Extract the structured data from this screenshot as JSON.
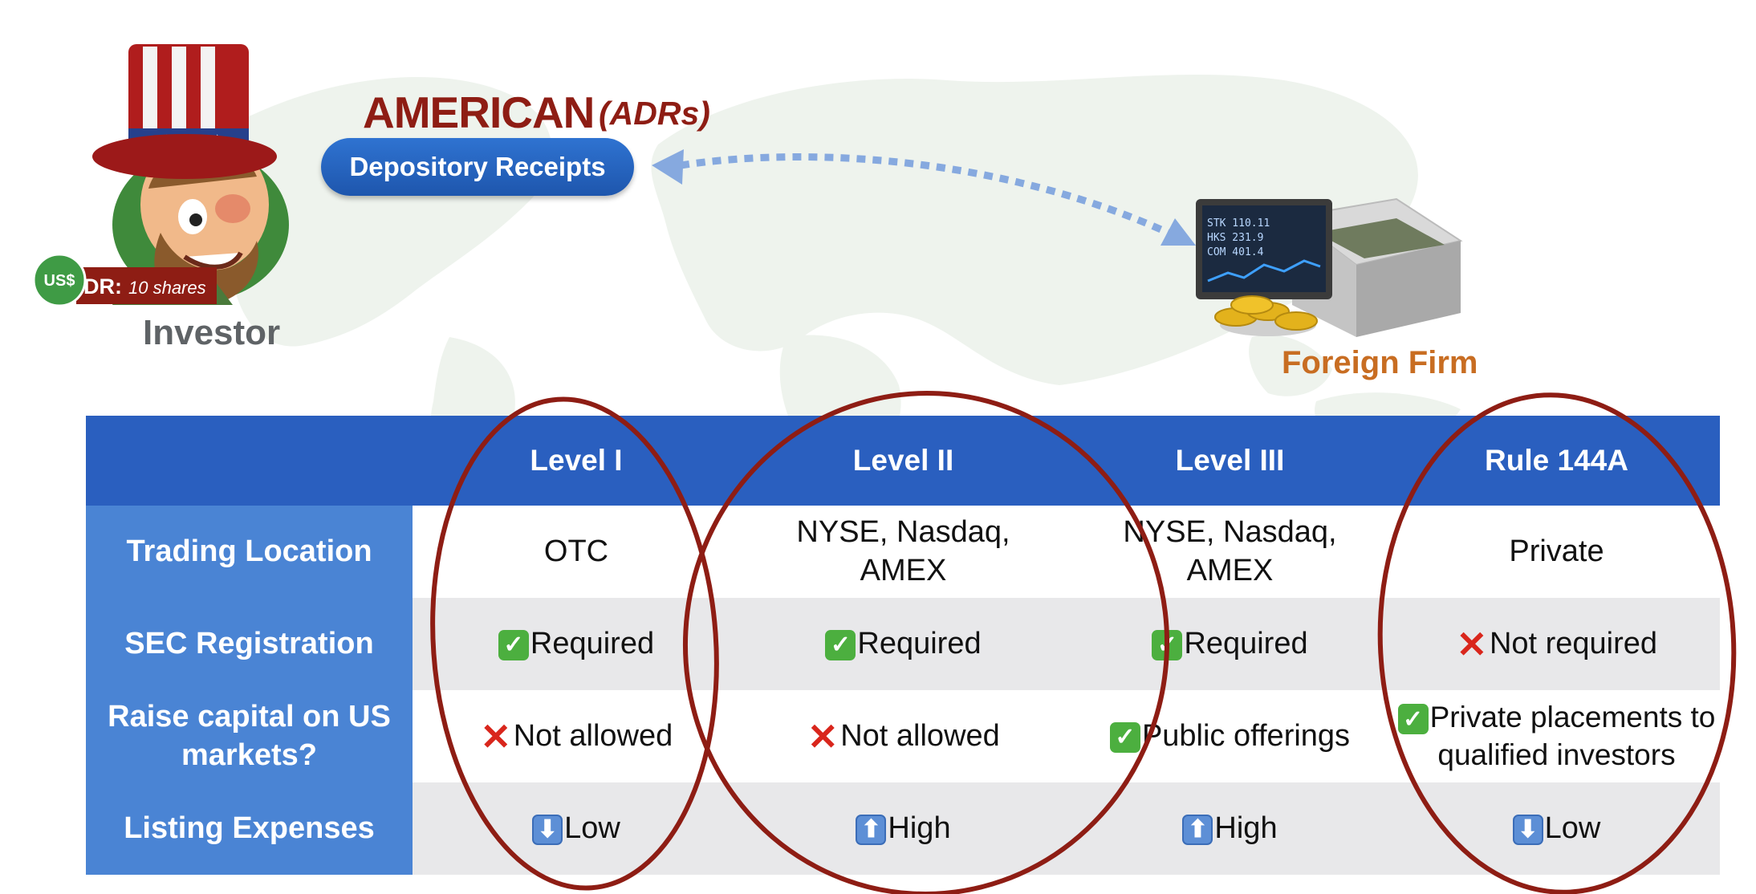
{
  "header": {
    "title_main": "AMERICAN",
    "title_sub": "(ADRs)",
    "pill_label": "Depository Receipts",
    "investor_label": "Investor",
    "foreign_label": "Foreign Firm",
    "badge_currency": "US$",
    "badge_dr_label": "DR:",
    "badge_dr_value": "10 shares",
    "monitor_lines": [
      "STK  110.11",
      "HKS  231.9",
      "COM  401.4"
    ]
  },
  "table": {
    "columns": [
      "Level I",
      "Level II",
      "Level III",
      "Rule 144A"
    ],
    "rows": [
      {
        "label": "Trading Location",
        "cells": [
          {
            "icon": "",
            "text": "OTC"
          },
          {
            "icon": "",
            "text": "NYSE, Nasdaq, AMEX"
          },
          {
            "icon": "",
            "text": "NYSE, Nasdaq, AMEX"
          },
          {
            "icon": "",
            "text": "Private"
          }
        ]
      },
      {
        "label": "SEC Registration",
        "cells": [
          {
            "icon": "check",
            "text": "Required"
          },
          {
            "icon": "check",
            "text": "Required"
          },
          {
            "icon": "check",
            "text": "Required"
          },
          {
            "icon": "cross",
            "text": "Not required"
          }
        ]
      },
      {
        "label": "Raise capital on US markets?",
        "cells": [
          {
            "icon": "cross",
            "text": "Not allowed"
          },
          {
            "icon": "cross",
            "text": "Not allowed"
          },
          {
            "icon": "check",
            "text": "Public offerings"
          },
          {
            "icon": "check",
            "text": "Private placements to qualified investors"
          }
        ]
      },
      {
        "label": "Listing Expenses",
        "cells": [
          {
            "icon": "down",
            "text": "Low"
          },
          {
            "icon": "up",
            "text": "High"
          },
          {
            "icon": "up",
            "text": "High"
          },
          {
            "icon": "down",
            "text": "Low"
          }
        ]
      }
    ]
  },
  "colors": {
    "header_blue": "#2a5fbf",
    "label_blue": "#4a84d4",
    "title_red": "#8e1d14",
    "foreign_orange": "#c86d22",
    "oval_red": "#8e1d14"
  }
}
